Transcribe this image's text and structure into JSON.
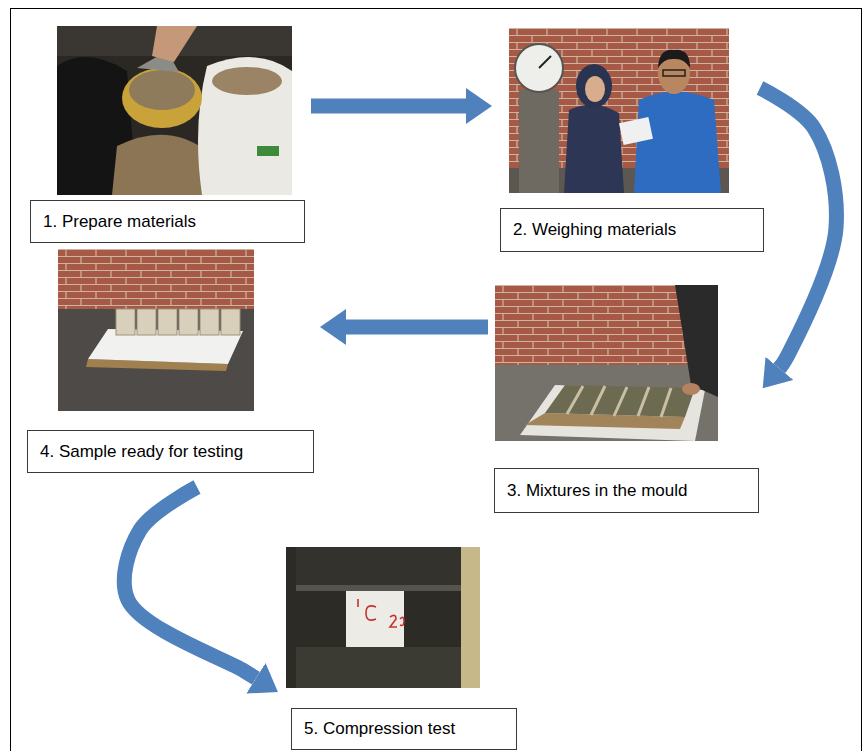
{
  "diagram": {
    "nodes": [
      {
        "text": [
          "1. Prepare materials"
        ]
      },
      {
        "text": [
          "2. Weighing materials"
        ]
      },
      {
        "text": [
          "3. Mixtures in the mould"
        ]
      },
      {
        "text": [
          "4. Sample ready for testing"
        ]
      },
      {
        "text": [
          "5. Compression test"
        ]
      }
    ],
    "edges": [
      {
        "from": 0,
        "to": 1,
        "arrow": "to"
      },
      {
        "from": 1,
        "to": 2,
        "arrow": "to"
      },
      {
        "from": 2,
        "to": 3,
        "arrow": "to"
      },
      {
        "from": 3,
        "to": 4,
        "arrow": "to"
      }
    ]
  }
}
